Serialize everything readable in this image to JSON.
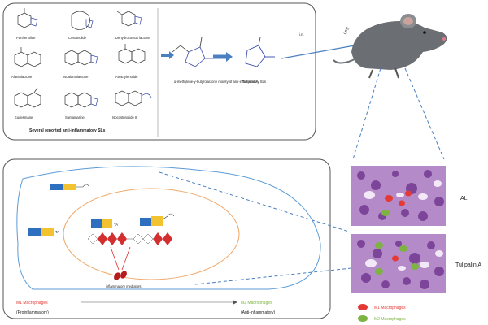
{
  "top_panel": {
    "compounds": [
      "Parthenolide",
      "Costunolide",
      "Dehydrocostus lactone",
      "Alantolactone",
      "Isoalantolactone",
      "Atractylenolide",
      "Eudesmane",
      "Santamarine",
      "Isocostunolide III"
    ],
    "caption": "Several reported anti-inflammatory SLs",
    "middle_caption": "α-methylene-γ-butyrolactone moiety of anti-inflammatory SLs",
    "product_label": "Tulipalin A",
    "route_label": "i.n."
  },
  "mouse": {
    "label": "LPS"
  },
  "histology": {
    "top_label": "ALI",
    "bottom_label": "Tulipalin A"
  },
  "legend": {
    "m1": "M1 Macrophages",
    "m2": "M2 Macrophages"
  },
  "cell_panel": {
    "label_marked_mid": "TA",
    "label_marked_left": "TA",
    "label_signal": "inflammatory mediators",
    "bottom_left_title": "M1 Macrophages",
    "bottom_left_sub": "(Proinflammatory)",
    "bottom_right_title": "M2 Macrophages",
    "bottom_right_sub": "(Anti-inflammatory)"
  },
  "colors": {
    "m1_red": "#e53935",
    "m2_green": "#7cb342",
    "arrow_blue": "#4a7fc1",
    "cell_blue": "#5b9bd5",
    "nucleus_orange": "#f0a868",
    "histology_purple": "#8e4aa8"
  }
}
